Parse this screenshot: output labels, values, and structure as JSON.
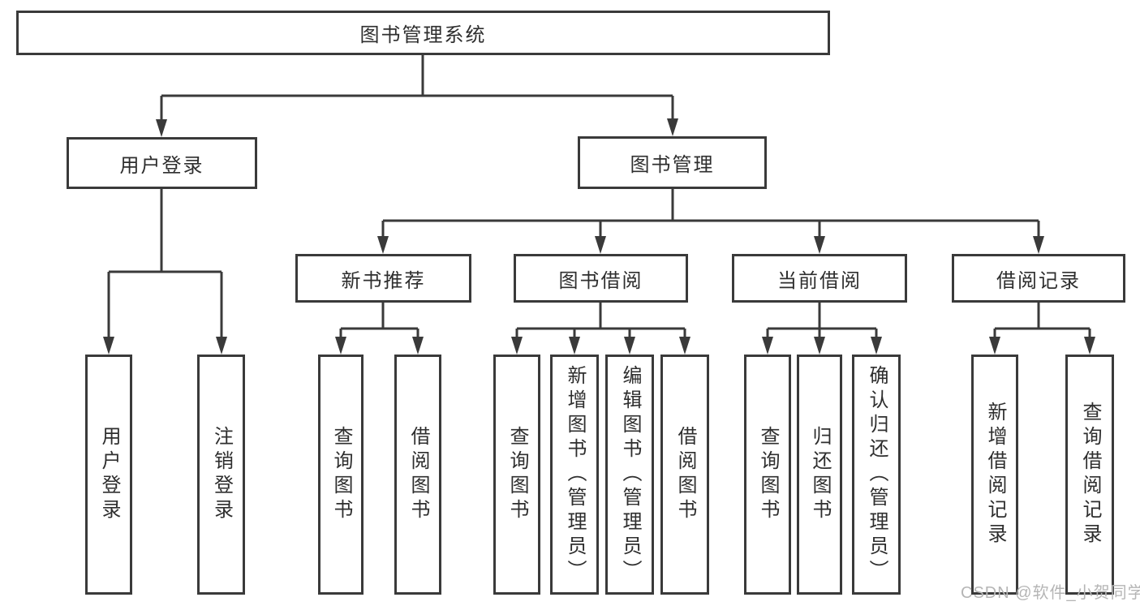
{
  "colors": {
    "background": "#ffffff",
    "line": "#3a3a3a",
    "box_border": "#3a3a3a",
    "text": "#2e2e2e",
    "watermark": "#b5b5b5"
  },
  "nodes": {
    "root": {
      "label": "图书管理系统"
    },
    "user_login": {
      "label": "用户登录"
    },
    "book_mgmt": {
      "label": "图书管理"
    },
    "new_book_rec": {
      "label": "新书推荐"
    },
    "book_borrow": {
      "label": "图书借阅"
    },
    "current_borrow": {
      "label": "当前借阅"
    },
    "borrow_record": {
      "label": "借阅记录"
    },
    "u1_user_login": {
      "label": "用户登录"
    },
    "u2_logout": {
      "label": "注销登录"
    },
    "n1_query_book": {
      "label": "查询图书"
    },
    "n2_borrow_book": {
      "label": "借阅图书"
    },
    "b1_query_book": {
      "label": "查询图书"
    },
    "b2_add_book": {
      "label": "新增图书（管理员）"
    },
    "b3_edit_book": {
      "label": "编辑图书（管理员）"
    },
    "b4_borrow_book": {
      "label": "借阅图书"
    },
    "c1_query_book": {
      "label": "查询图书"
    },
    "c2_return_book": {
      "label": "归还图书"
    },
    "c3_confirm_return": {
      "label": "确认归还（管理员）"
    },
    "r1_add_record": {
      "label": "新增借阅记录"
    },
    "r2_query_record": {
      "label": "查询借阅记录"
    }
  },
  "watermark": {
    "text": "CSDN @软件_小贺同学"
  }
}
